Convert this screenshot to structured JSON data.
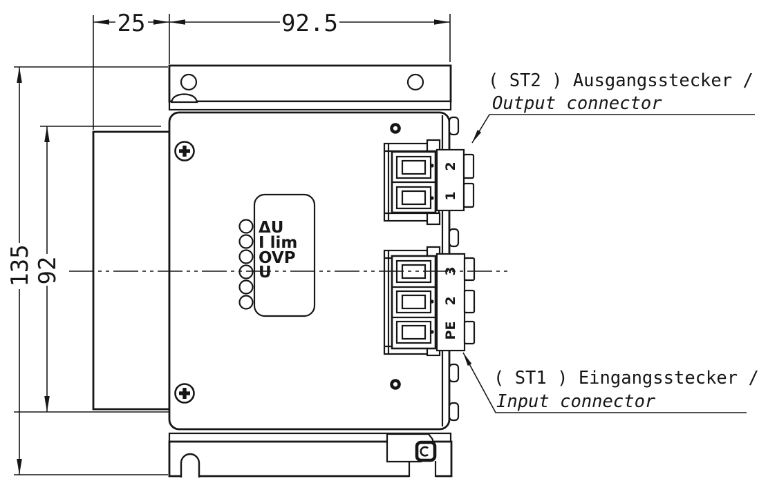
{
  "meta": {
    "background": "#ffffff",
    "line_color": "#161616",
    "drawing_type": "technical dimension drawing of power supply module, side view"
  },
  "dimensions": {
    "width_left": "25",
    "width_main": "92.5",
    "height_outer": "135",
    "height_inner": "92"
  },
  "annotations": {
    "st2": {
      "line1": "( ST2 ) Ausgangsstecker /",
      "line2": "Output connector"
    },
    "st1": {
      "line1": "( ST1 ) Eingangsstecker /",
      "line2": "Input connector"
    }
  },
  "front_panel": {
    "led_labels": [
      "ΔU",
      "I lim",
      "OVP",
      "U"
    ]
  },
  "terminals": {
    "st2": [
      "2",
      "1"
    ],
    "st1": [
      "3",
      "2",
      "PE"
    ]
  }
}
